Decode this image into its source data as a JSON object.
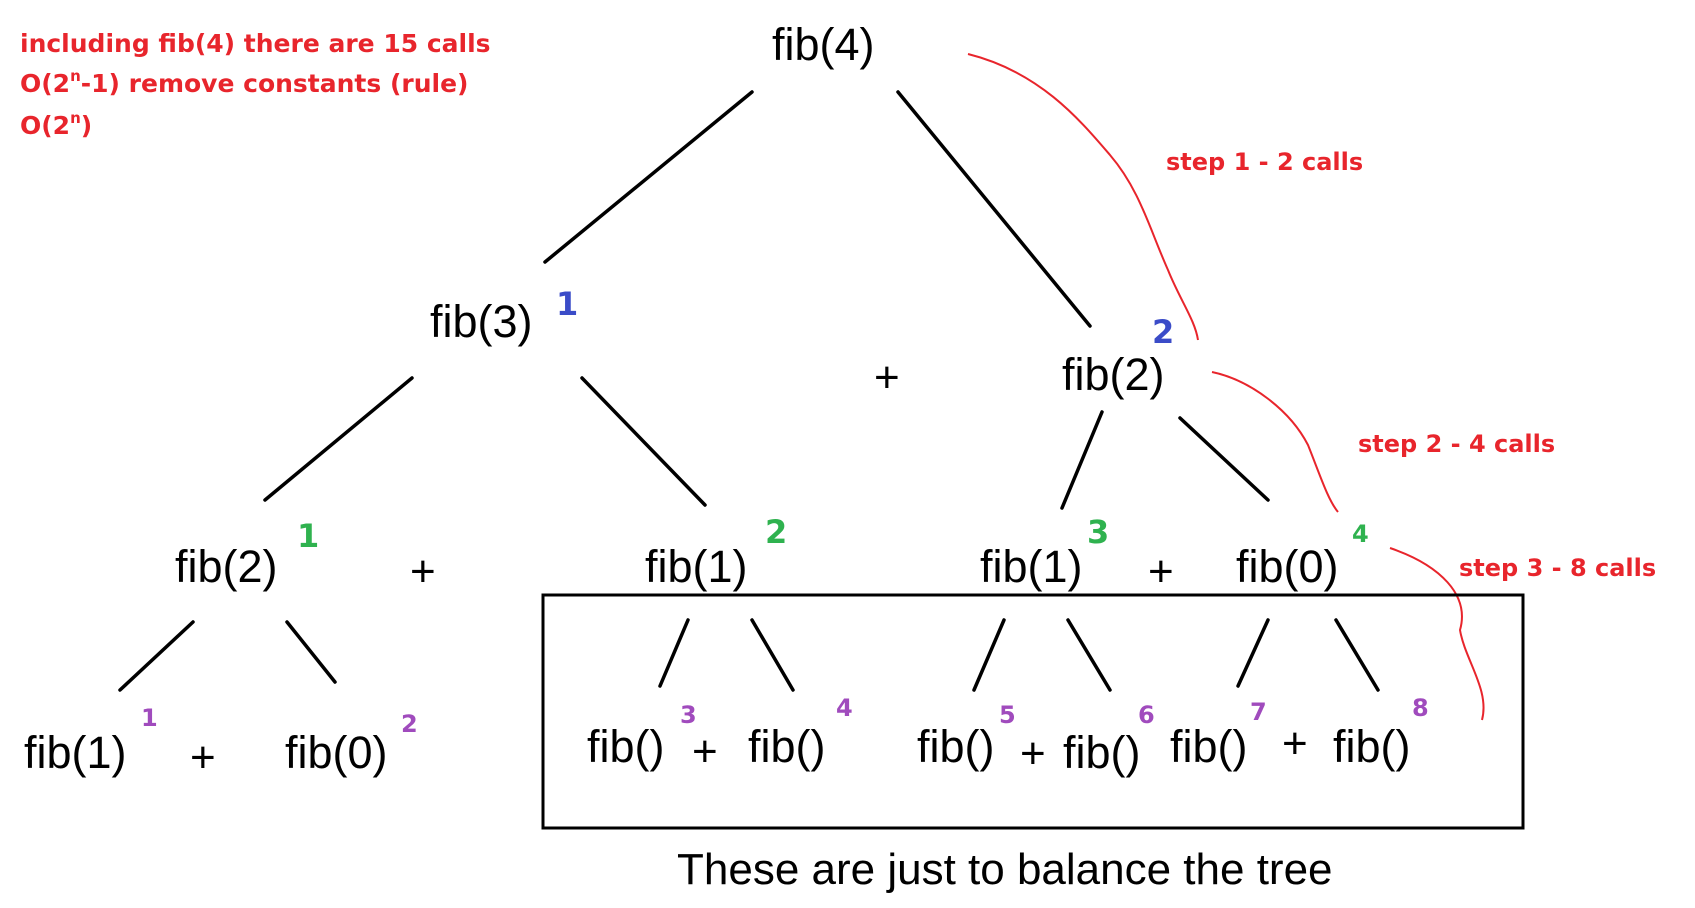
{
  "colors": {
    "annotation_red": "#e8252c",
    "level_blue": "#3b4cc8",
    "level_green": "#2fb24f",
    "level_purple": "#a04bbd",
    "ink": "#000000"
  },
  "notes": {
    "line1": "including fib(4) there are 15 calls",
    "line2_prefix": "O(2",
    "line2_sup": "n",
    "line2_suffix": "-1) remove constants (rule)",
    "line3_prefix": "O(2",
    "line3_sup": "n",
    "line3_suffix": ")"
  },
  "steps": {
    "step1": "step 1 - 2 calls",
    "step2": "step 2 - 4 calls",
    "step3": "step 3 - 8 calls"
  },
  "caption": "These are just to balance the tree",
  "plus": "+",
  "nodes": {
    "root": {
      "label": "fib(4)"
    },
    "l1_left": {
      "label": "fib(3)",
      "order": "1"
    },
    "l1_right": {
      "label": "fib(2)",
      "order": "2"
    },
    "l2_a": {
      "label": "fib(2)",
      "order": "1"
    },
    "l2_b": {
      "label": "fib(1)",
      "order": "2"
    },
    "l2_c": {
      "label": "fib(1)",
      "order": "3"
    },
    "l2_d": {
      "label": "fib(0)",
      "order": "4"
    },
    "l3_1": {
      "label": "fib(1)",
      "order": "1"
    },
    "l3_2": {
      "label": "fib(0)",
      "order": "2"
    },
    "l3_3": {
      "label": "fib()",
      "order": "3"
    },
    "l3_4": {
      "label": "fib()",
      "order": "4"
    },
    "l3_5": {
      "label": "fib()",
      "order": "5"
    },
    "l3_6": {
      "label": "fib()",
      "order": "6"
    },
    "l3_7": {
      "label": "fib()",
      "order": "7"
    },
    "l3_8": {
      "label": "fib()",
      "order": "8"
    }
  }
}
